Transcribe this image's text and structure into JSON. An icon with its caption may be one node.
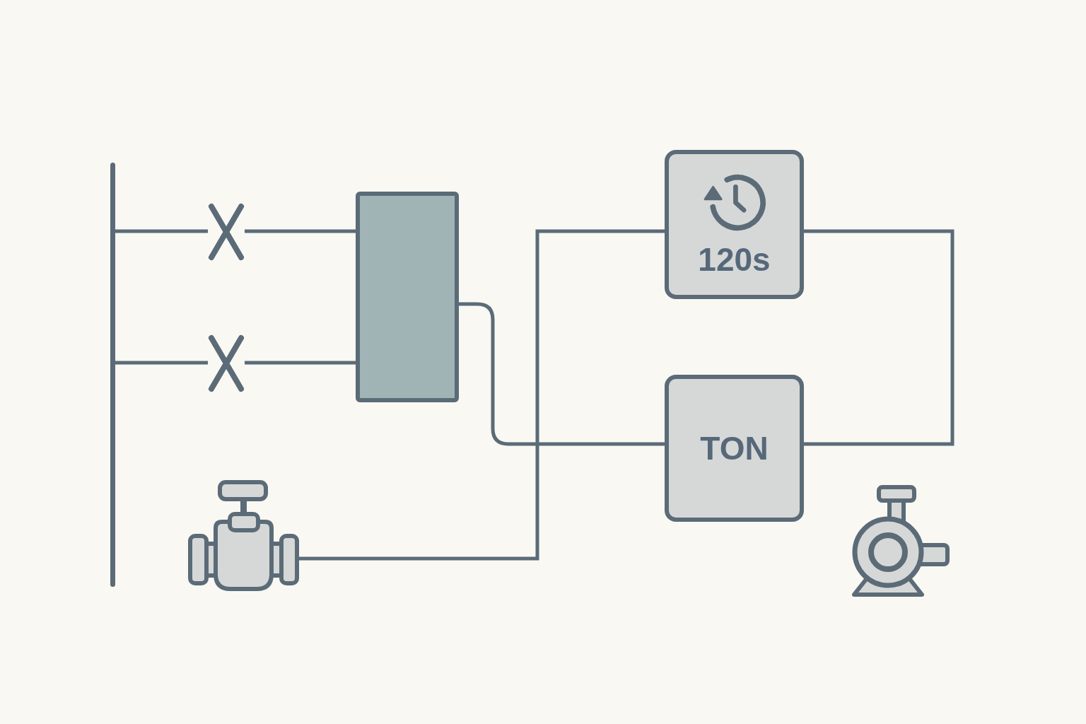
{
  "diagram": {
    "nodes": [
      {
        "text": [],
        "shape": "bar"
      },
      {
        "text": [],
        "shape": "cross"
      },
      {
        "text": [],
        "shape": "cross"
      },
      {
        "text": [],
        "shape": "box"
      },
      {
        "text": [
          "120s"
        ]
      },
      {
        "text": [
          "TON"
        ]
      },
      {
        "text": [],
        "shape": "picture"
      },
      {
        "text": [],
        "shape": "picture"
      }
    ],
    "edges": [
      {
        "from": 0,
        "to": 1,
        "arrow": "none"
      },
      {
        "from": 1,
        "to": 3,
        "arrow": "none"
      },
      {
        "from": 0,
        "to": 2,
        "arrow": "none"
      },
      {
        "from": 2,
        "to": 3,
        "arrow": "none"
      },
      {
        "from": 3,
        "to": 5,
        "arrow": "none"
      },
      {
        "from": 6,
        "to": 4,
        "arrow": "none"
      },
      {
        "from": 4,
        "to": 5,
        "arrow": "none"
      }
    ]
  }
}
